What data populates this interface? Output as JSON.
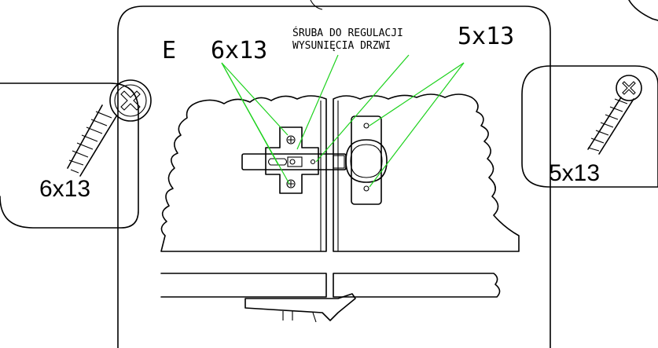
{
  "diagram": {
    "label_letter": "E",
    "label_screw_left": "6x13",
    "label_screw_right": "5x13",
    "adjust_note_line1": "ŚRUBA DO REGULACJI",
    "adjust_note_line2": "WYSUNIĘCIA DRZWI",
    "left_inset_caption": "6x13",
    "right_inset_caption": "5x13",
    "leader_color": "#1ed21e"
  }
}
